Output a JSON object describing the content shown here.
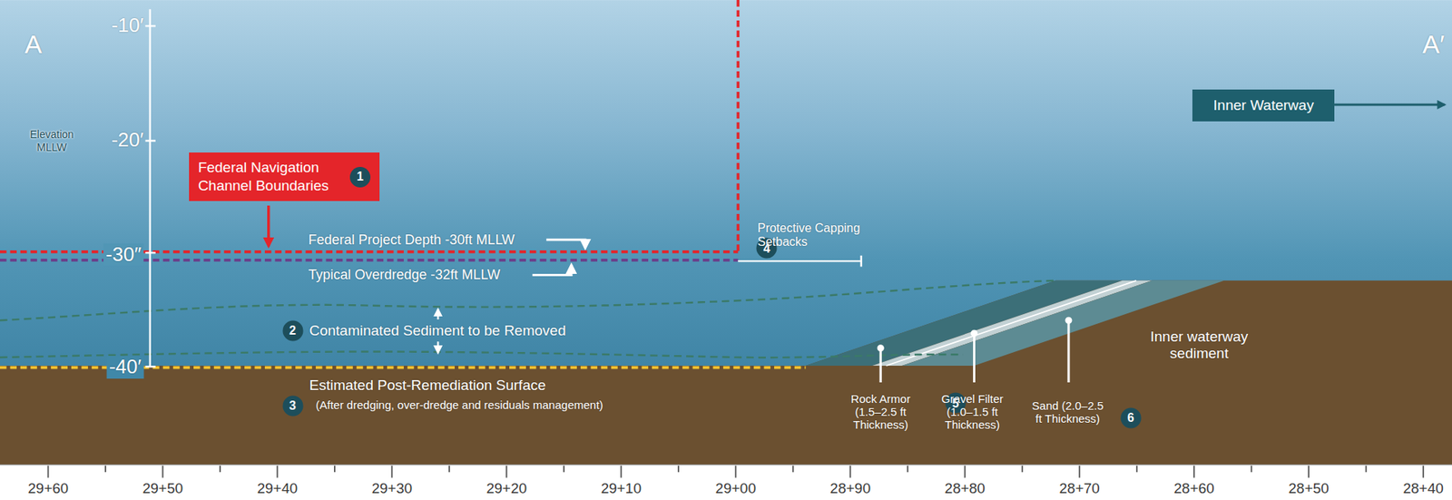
{
  "diagram": {
    "nodes": [
      {
        "text": [
          "Federal Navigation Channel Boundaries",
          "1"
        ]
      },
      {
        "text": [
          "Inner Waterway"
        ]
      }
    ],
    "labels": [
      "A",
      "A′",
      "-10′",
      "Elevation MLLW",
      "-20′",
      "-30″",
      "-40′",
      "Federal Project Depth -30ft MLLW",
      "Typical Overdredge -32ft MLLW",
      "2",
      "Contaminated Sediment to be Removed",
      "3",
      "Estimated Post-Remediation Surface",
      "(After dredging, over-dredge and residuals management)",
      "4",
      "Protective Capping Setbacks",
      "5",
      "Rock Armor (1.5–2.5 ft Thickness)",
      "Gravel Filter (1.0–1.5 ft Thickness)",
      "Sand (2.0–2.5 ft Thickness)",
      "6",
      "Inner waterway sediment",
      "29+60",
      "29+50",
      "29+40",
      "29+30",
      "29+20",
      "29+10",
      "29+00",
      "28+90",
      "28+80",
      "28+70",
      "28+60",
      "28+50",
      "28+40"
    ]
  }
}
